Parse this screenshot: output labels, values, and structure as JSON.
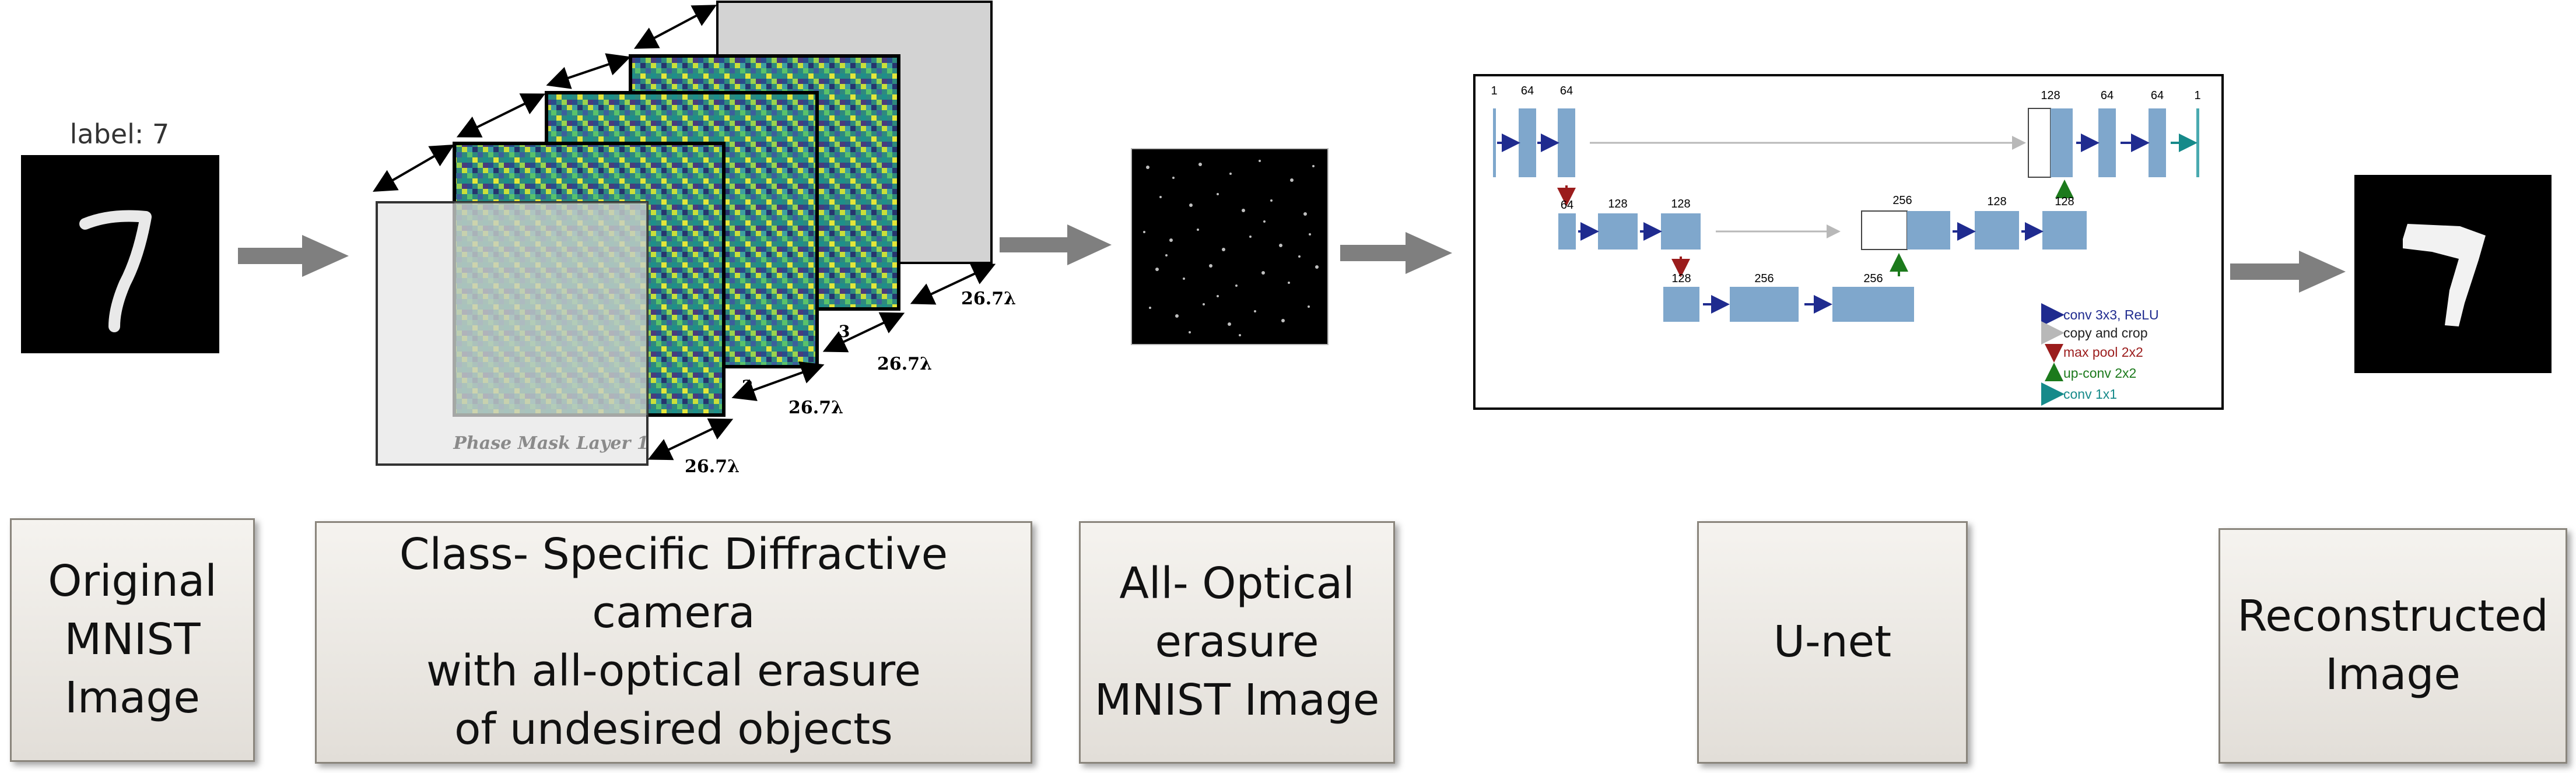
{
  "input": {
    "label": "label: 7"
  },
  "camera": {
    "layer_label": "Phase Mask Layer 1",
    "layer_numbers": [
      "2",
      "3"
    ],
    "spacing": [
      "26.7λ",
      "26.7λ",
      "26.7λ",
      "26.7λ"
    ]
  },
  "unet": {
    "numbers": [
      "1",
      "64",
      "64",
      "64",
      "128",
      "128",
      "128",
      "256",
      "256",
      "256",
      "128",
      "128",
      "128",
      "64",
      "64",
      "1"
    ],
    "legend": [
      {
        "text": "conv 3x3, ReLU",
        "color": "#1f2b8f"
      },
      {
        "text": "copy and crop",
        "color": "#222222"
      },
      {
        "text": "max pool 2x2",
        "color": "#9b1c1c"
      },
      {
        "text": "up-conv 2x2",
        "color": "#1c7a1c"
      },
      {
        "text": "conv 1x1",
        "color": "#168a8a"
      }
    ]
  },
  "boxes": [
    "Original\nMNIST\nImage",
    "Class- Specific Diffractive camera\nwith all-optical erasure\nof undesired objects",
    "All- Optical\nerasure\nMNIST Image",
    "U-net",
    "Reconstructed\nImage"
  ]
}
